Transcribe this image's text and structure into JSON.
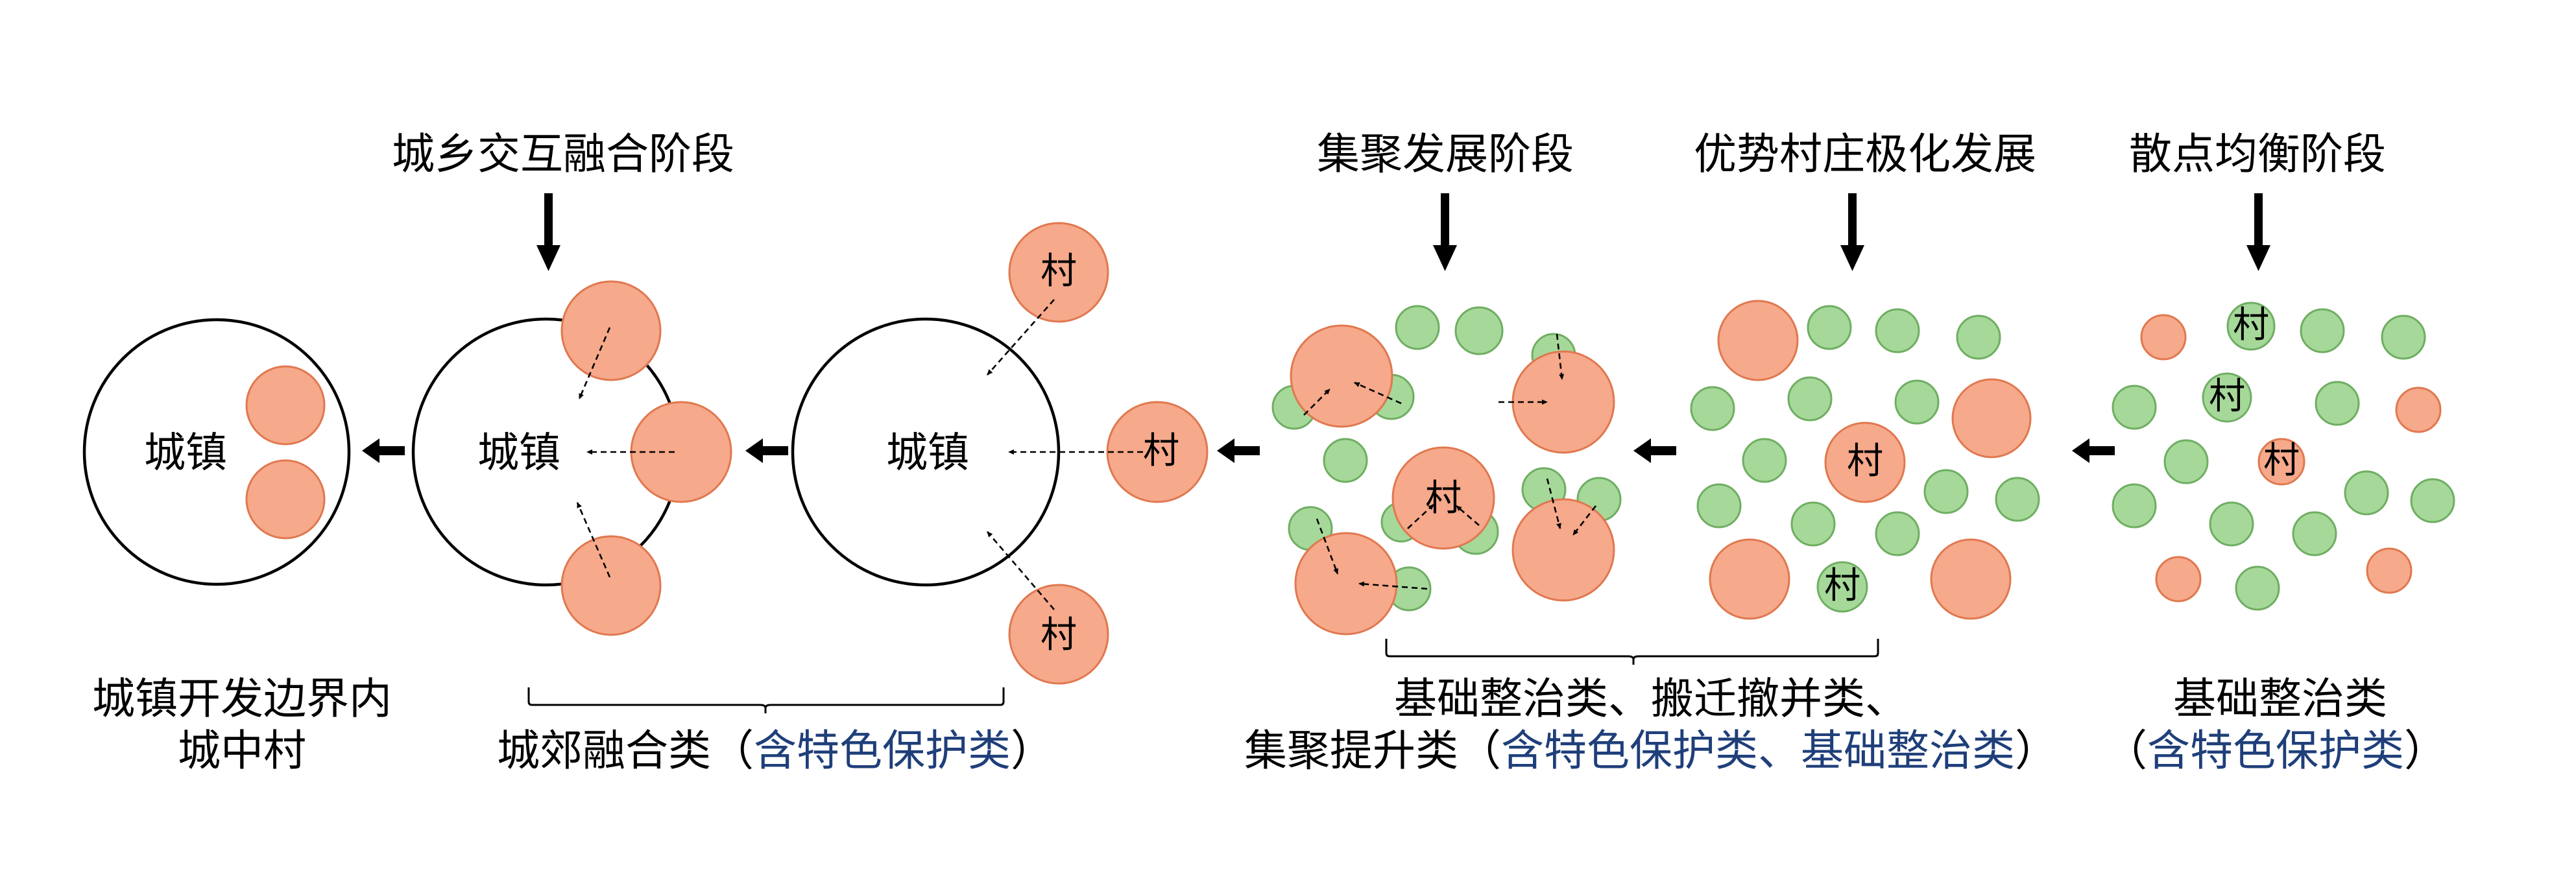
{
  "stage_labels": {
    "urban_rural_fusion": "城乡交互融合阶段",
    "agglomeration": "集聚发展阶段",
    "polarization": "优势村庄极化发展",
    "dispersed_balance": "散点均衡阶段"
  },
  "circle_labels": {
    "town": "城镇",
    "village": "村"
  },
  "categories": {
    "within_boundary": [
      "城镇开发边界内",
      "城中村"
    ],
    "suburban_prefix": "城郊融合类（",
    "suburban_highlight": "含特色保护类",
    "suburban_suffix": "）",
    "agglomeration_line1": "基础整治类、搬迁撤并类、",
    "agglomeration_line2_prefix": "集聚提升类（",
    "agglomeration_line2_highlight": "含特色保护类、基础整治类",
    "agglomeration_line2_suffix": "）",
    "dispersed_line1": "基础整治类",
    "dispersed_line2_prefix": "（",
    "dispersed_line2_highlight": "含特色保护类",
    "dispersed_line2_suffix": "）"
  },
  "colors": {
    "village_orange": "#f6a98b",
    "village_green": "#a6d89a",
    "highlight_text": "#1f3f7a"
  }
}
